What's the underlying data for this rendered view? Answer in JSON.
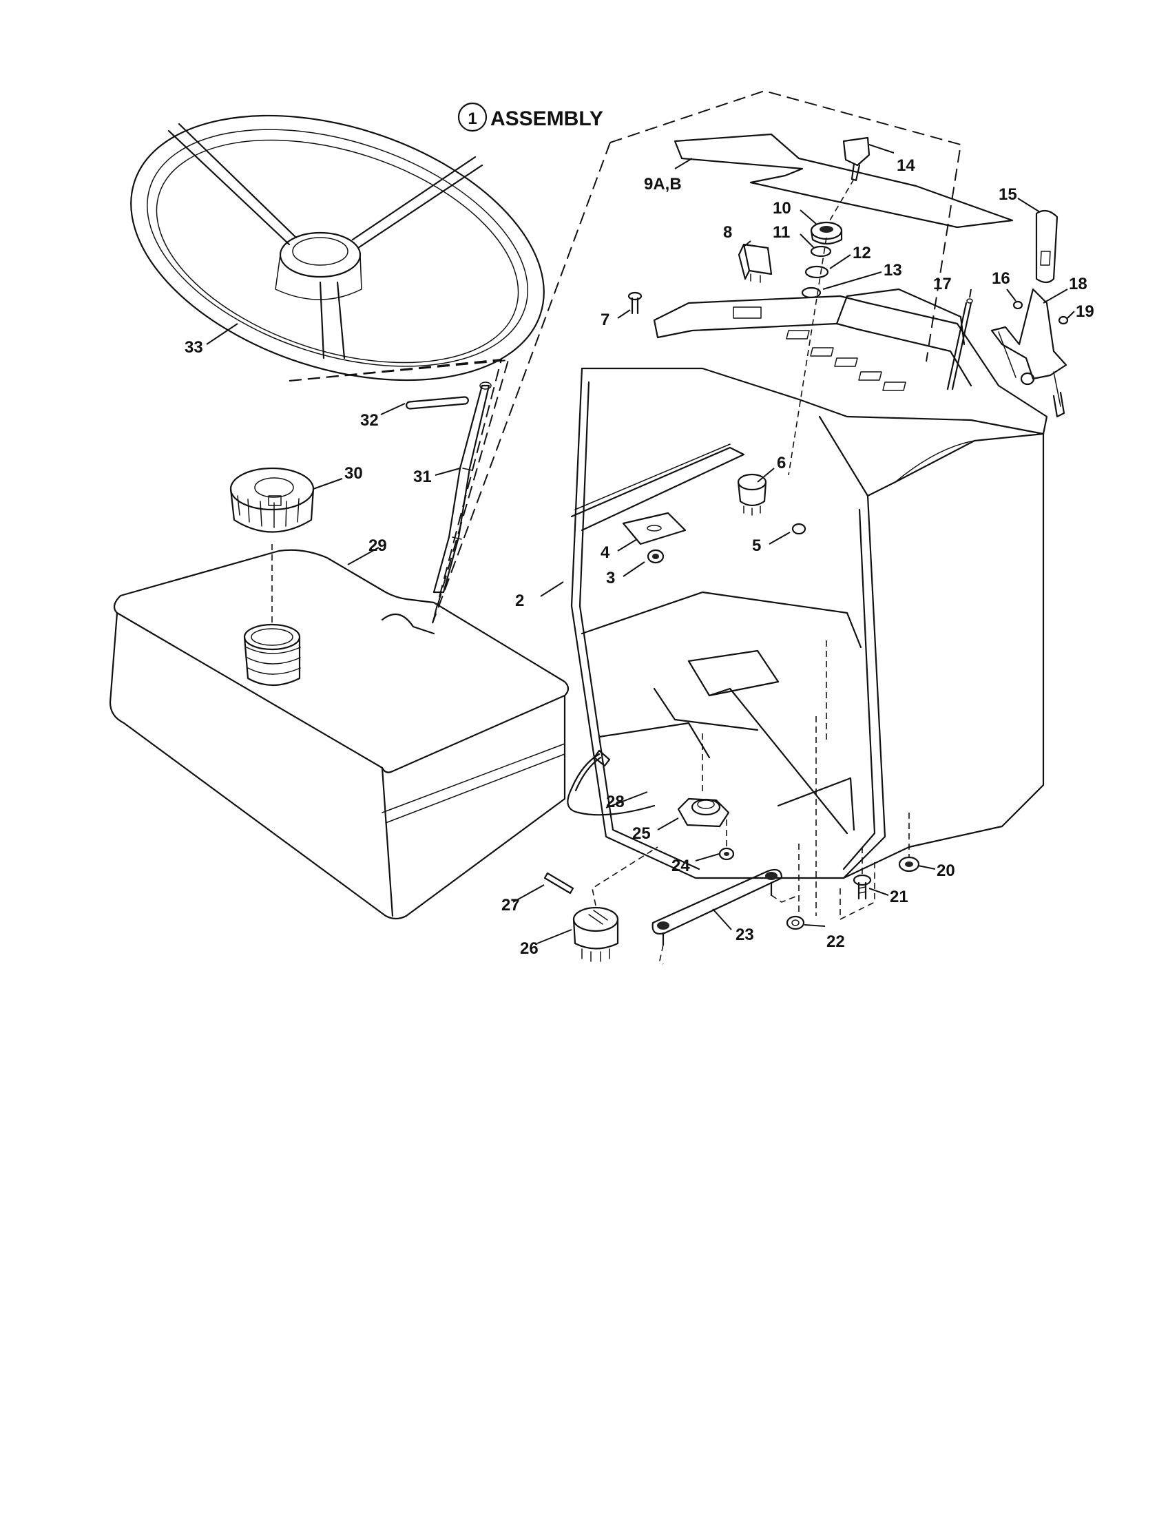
{
  "title": {
    "number": "1",
    "text": "ASSEMBLY"
  },
  "callouts": [
    {
      "id": "c2",
      "label": "2"
    },
    {
      "id": "c3",
      "label": "3"
    },
    {
      "id": "c4",
      "label": "4"
    },
    {
      "id": "c5",
      "label": "5"
    },
    {
      "id": "c6",
      "label": "6"
    },
    {
      "id": "c7",
      "label": "7"
    },
    {
      "id": "c8",
      "label": "8"
    },
    {
      "id": "c9",
      "label": "9A,B"
    },
    {
      "id": "c10",
      "label": "10"
    },
    {
      "id": "c11",
      "label": "11"
    },
    {
      "id": "c12",
      "label": "12"
    },
    {
      "id": "c13",
      "label": "13"
    },
    {
      "id": "c14",
      "label": "14"
    },
    {
      "id": "c15",
      "label": "15"
    },
    {
      "id": "c16",
      "label": "16"
    },
    {
      "id": "c17",
      "label": "17"
    },
    {
      "id": "c18",
      "label": "18"
    },
    {
      "id": "c19",
      "label": "19"
    },
    {
      "id": "c20",
      "label": "20"
    },
    {
      "id": "c21",
      "label": "21"
    },
    {
      "id": "c22",
      "label": "22"
    },
    {
      "id": "c23",
      "label": "23"
    },
    {
      "id": "c24",
      "label": "24"
    },
    {
      "id": "c25",
      "label": "25"
    },
    {
      "id": "c26",
      "label": "26"
    },
    {
      "id": "c27",
      "label": "27"
    },
    {
      "id": "c28",
      "label": "28"
    },
    {
      "id": "c29",
      "label": "29"
    },
    {
      "id": "c30",
      "label": "30"
    },
    {
      "id": "c31",
      "label": "31"
    },
    {
      "id": "c32",
      "label": "32"
    },
    {
      "id": "c33",
      "label": "33"
    }
  ]
}
